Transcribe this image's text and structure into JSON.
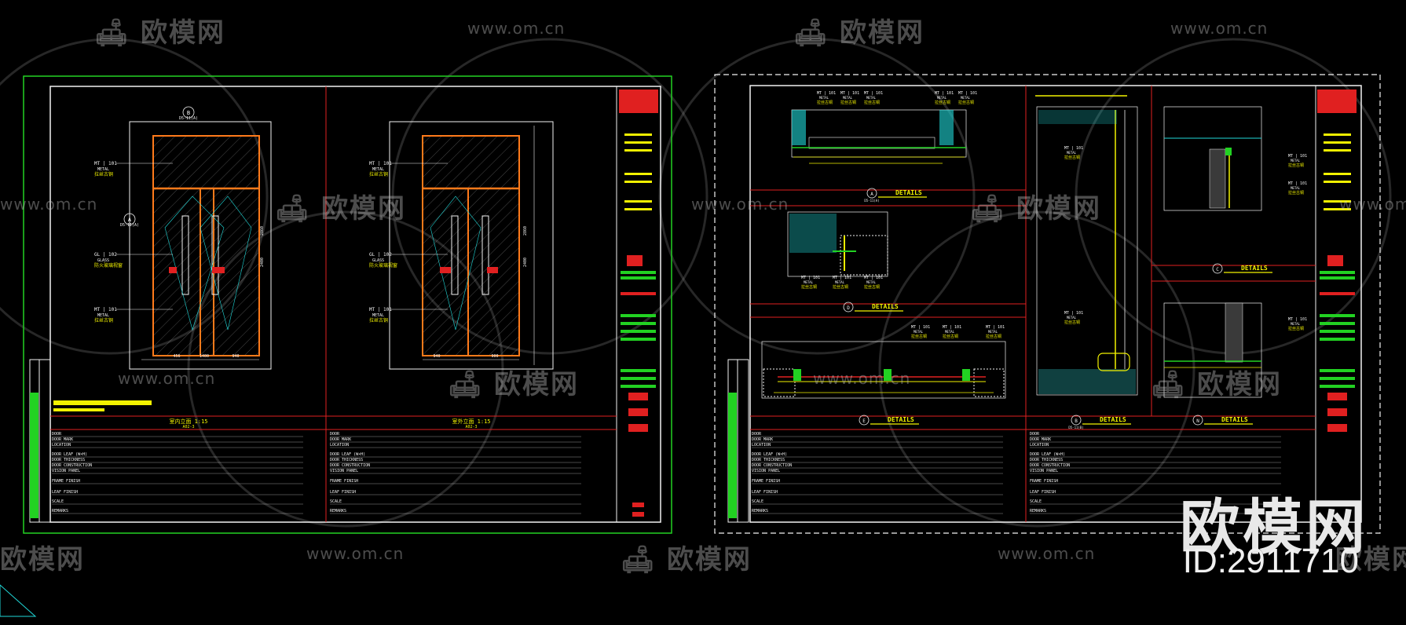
{
  "sheets": [
    {
      "elevations": [
        {
          "title": "室内立面",
          "scale": "1:15",
          "sub": "A02-3",
          "dims_w": [
            "456",
            "1400",
            "940"
          ],
          "dim_h": "2400",
          "dim_h2": "2860"
        },
        {
          "title": "室外立面",
          "scale": "1:15",
          "sub": "A02-3",
          "dims_w": [
            "940",
            "900"
          ],
          "dim_h": "2400",
          "dim_h2": "2860"
        }
      ],
      "tags": [
        {
          "code": "MT",
          "num": "101",
          "mat": "METAL",
          "cn": "拉丝古铜"
        },
        {
          "code": "GL",
          "num": "102",
          "mat": "GLASS",
          "cn": "防火玻璃视窗"
        },
        {
          "code": "MT",
          "num": "101",
          "mat": "METAL",
          "cn": "拉丝古铜"
        }
      ],
      "callout_a": "A",
      "callout_b": "B",
      "callout_ref": "D5-11(A)"
    },
    {
      "details": [
        {
          "label": "DETAILS",
          "mark": "A",
          "ref": "D5-11(A)"
        },
        {
          "label": "DETAILS",
          "mark": "B",
          "ref": "D5-11(B)"
        },
        {
          "label": "DETAILS",
          "mark": "C",
          "ref": ""
        },
        {
          "label": "DETAILS",
          "mark": "D",
          "ref": ""
        },
        {
          "label": "DETAILS",
          "mark": "E",
          "ref": ""
        },
        {
          "label": "DETAILS",
          "mark": "N",
          "ref": ""
        }
      ]
    }
  ],
  "schedule": {
    "rows": [
      "DOOR",
      "DOOR MARK",
      "LOCATION",
      "DOOR LEAF (W×H)",
      "DOOR THICKNESS",
      "DOOR CONSTRUCTION",
      "VISION PANEL",
      "FRAME FINISH",
      "LEAF FINISH",
      "SCALE",
      "REMARKS"
    ]
  },
  "watermarks": {
    "logo_text": "欧模网",
    "url": "www.om.cn",
    "id_label": "ID:2911710"
  },
  "colors": {
    "frame_green": "#22d222",
    "frame_white": "#f2f2f2",
    "red": "#e02020",
    "yellow": "#f2f200",
    "orange": "#ff7a1a",
    "cyan": "#20d8d8"
  }
}
